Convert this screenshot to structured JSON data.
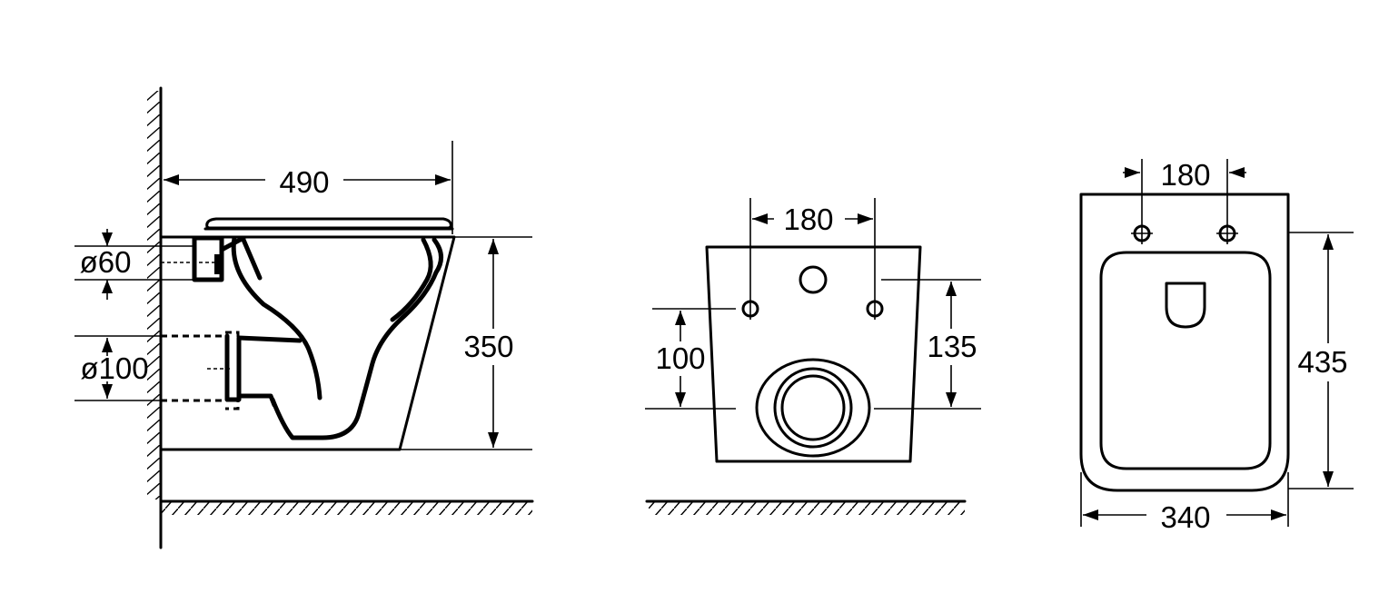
{
  "side_view": {
    "width_label": "490",
    "height_label": "350",
    "inlet_label": "ø60",
    "outlet_label": "ø100"
  },
  "rear_view": {
    "bolt_spacing_label": "180",
    "outlet_height_label": "100",
    "inlet_height_label": "135"
  },
  "top_view": {
    "bolt_spacing_label": "180",
    "length_label": "435",
    "width_label": "340"
  }
}
